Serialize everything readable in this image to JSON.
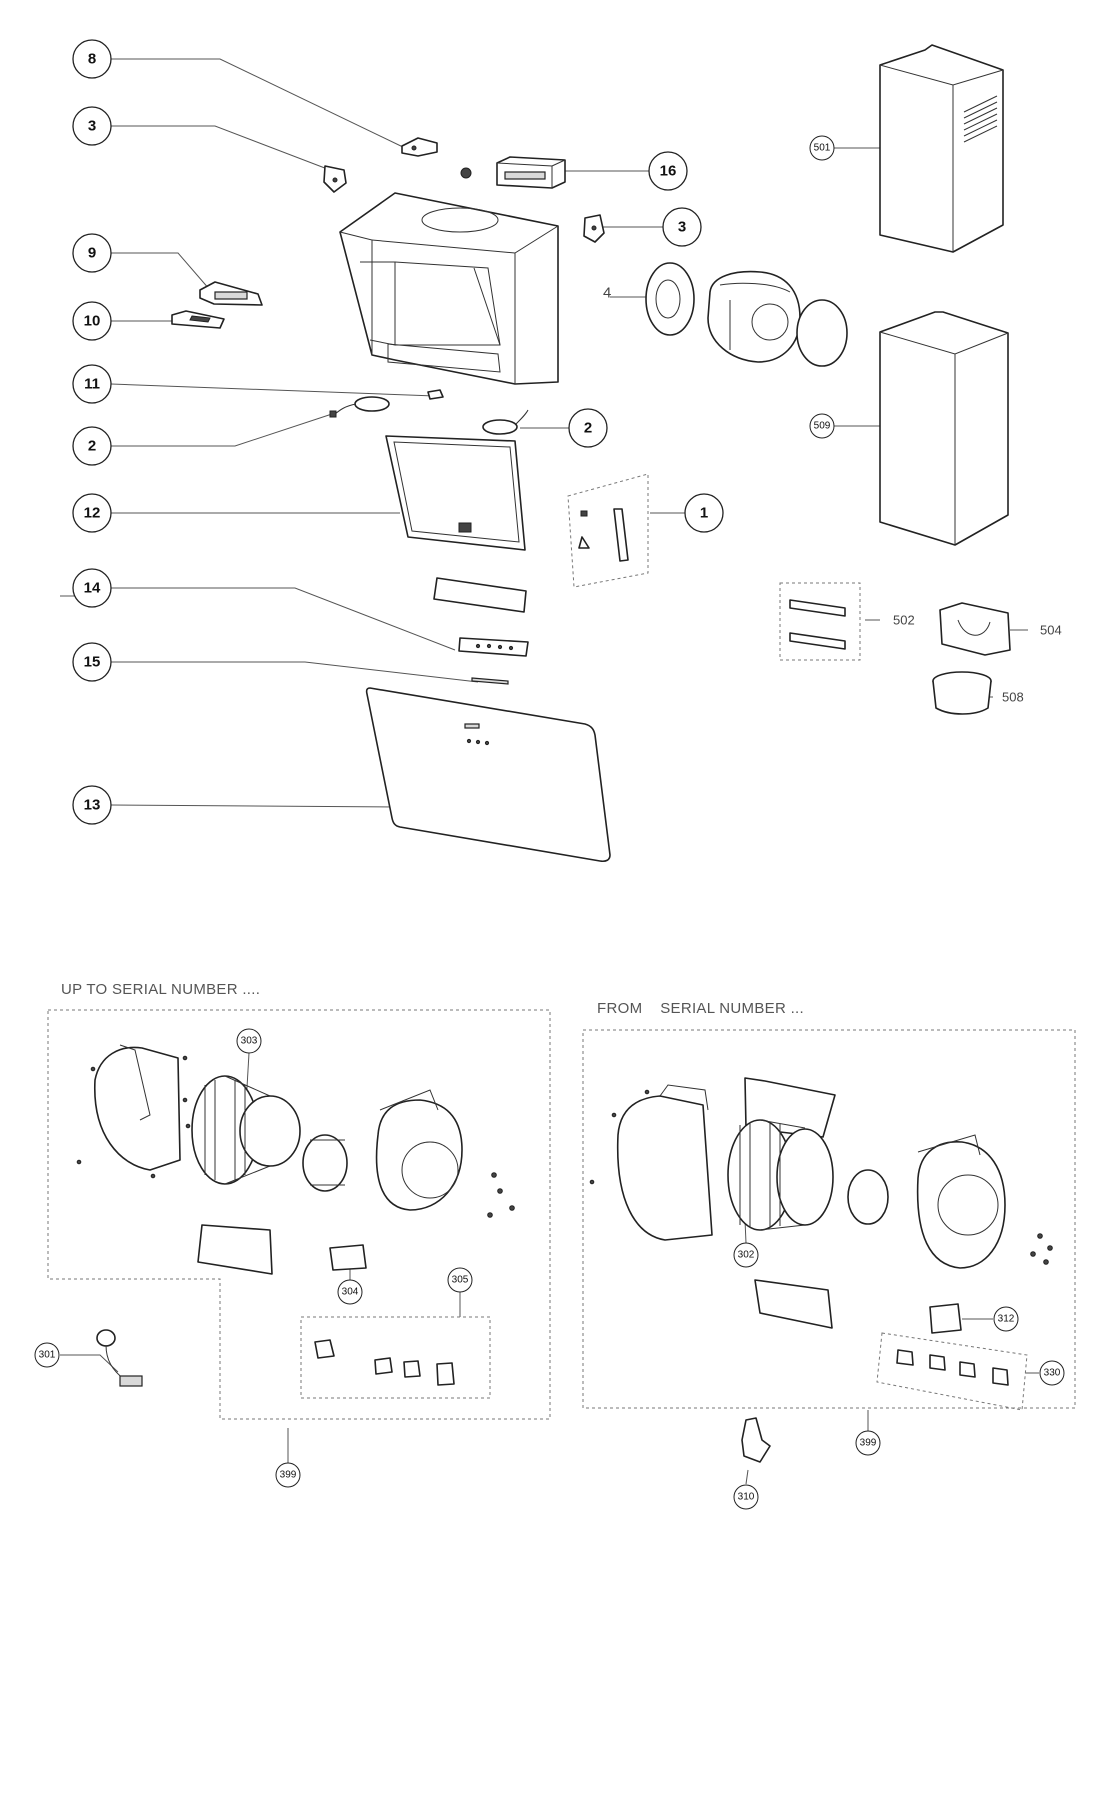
{
  "labels": {
    "p8": "8",
    "p3a": "3",
    "p16": "16",
    "p3b": "3",
    "p9": "9",
    "p10": "10",
    "p4": "4",
    "p11": "11",
    "p2a": "2",
    "p2b": "2",
    "p12": "12",
    "p1": "1",
    "p14": "14",
    "p15": "15",
    "p13": "13",
    "p501": "501",
    "p509": "509",
    "p502": "502",
    "p504": "504",
    "p508": "508",
    "p303": "303",
    "p304": "304",
    "p305": "305",
    "p301": "301",
    "p399a": "399",
    "p302": "302",
    "p312": "312",
    "p330": "330",
    "p399b": "399",
    "p310": "310"
  },
  "captions": {
    "left": "UP TO SERIAL NUMBER ....",
    "right": "FROM    SERIAL NUMBER ..."
  }
}
